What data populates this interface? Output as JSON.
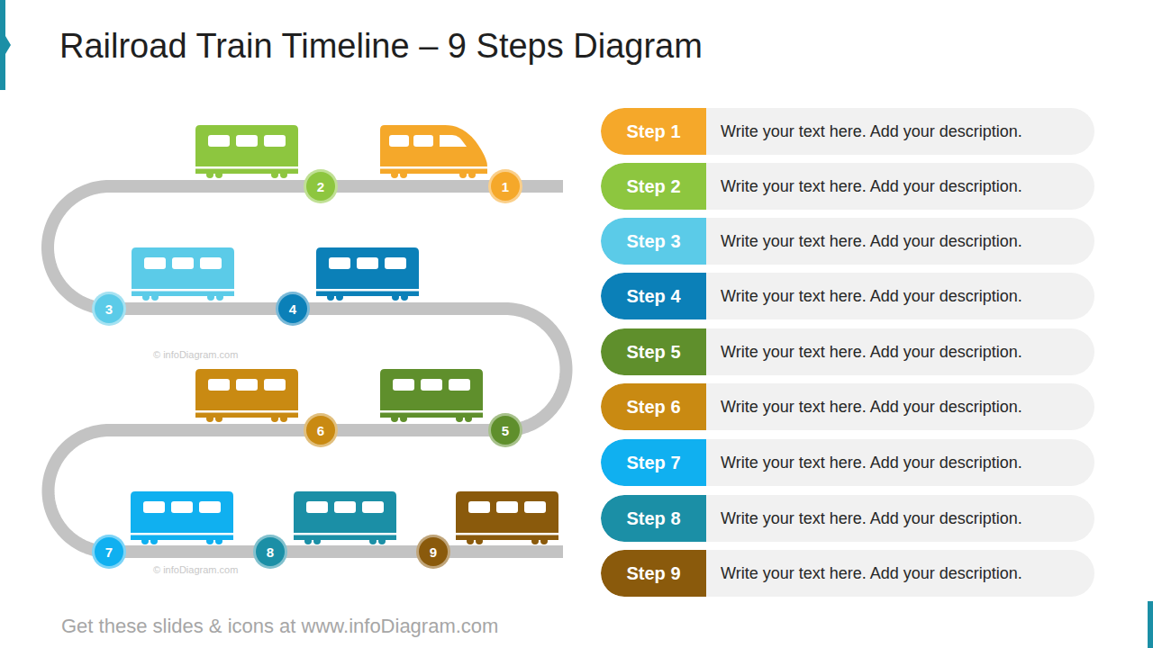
{
  "diagram": {
    "title": "Railroad Train Timeline – 9 Steps Diagram",
    "caption": "Get these slides & icons at www.infoDiagram.com",
    "nodes": [
      {
        "text": [
          "1"
        ]
      },
      {
        "text": [
          "2"
        ]
      },
      {
        "text": [
          "3"
        ]
      },
      {
        "text": [
          "4"
        ]
      },
      {
        "text": [
          "5"
        ]
      },
      {
        "text": [
          "6"
        ]
      },
      {
        "text": [
          "7"
        ]
      },
      {
        "text": [
          "8"
        ]
      },
      {
        "text": [
          "9"
        ]
      },
      {
        "text": [
          "Step 1",
          "Write your text here. Add your description."
        ]
      },
      {
        "text": [
          "Step 2",
          "Write your text here. Add your description."
        ]
      },
      {
        "text": [
          "Step 3",
          "Write your text here. Add your description."
        ]
      },
      {
        "text": [
          "Step 4",
          "Write your text here. Add your description."
        ]
      },
      {
        "text": [
          "Step 5",
          "Write your text here. Add your description."
        ]
      },
      {
        "text": [
          "Step 6",
          "Write your text here. Add your description."
        ]
      },
      {
        "text": [
          "Step 7",
          "Write your text here. Add your description."
        ]
      },
      {
        "text": [
          "Step 8",
          "Write your text here. Add your description."
        ]
      },
      {
        "text": [
          "Step 9",
          "Write your text here. Add your description."
        ]
      }
    ],
    "edges": [
      {
        "from": 0,
        "to": 1,
        "arrow": "none"
      },
      {
        "from": 1,
        "to": 2,
        "arrow": "none"
      },
      {
        "from": 2,
        "to": 3,
        "arrow": "none"
      },
      {
        "from": 3,
        "to": 4,
        "arrow": "none"
      },
      {
        "from": 4,
        "to": 5,
        "arrow": "none"
      },
      {
        "from": 5,
        "to": 6,
        "arrow": "none"
      },
      {
        "from": 6,
        "to": 7,
        "arrow": "none"
      },
      {
        "from": 7,
        "to": 8,
        "arrow": "none"
      }
    ],
    "labels": [
      "© infoDiagram.com",
      "© infoDiagram.com"
    ]
  }
}
